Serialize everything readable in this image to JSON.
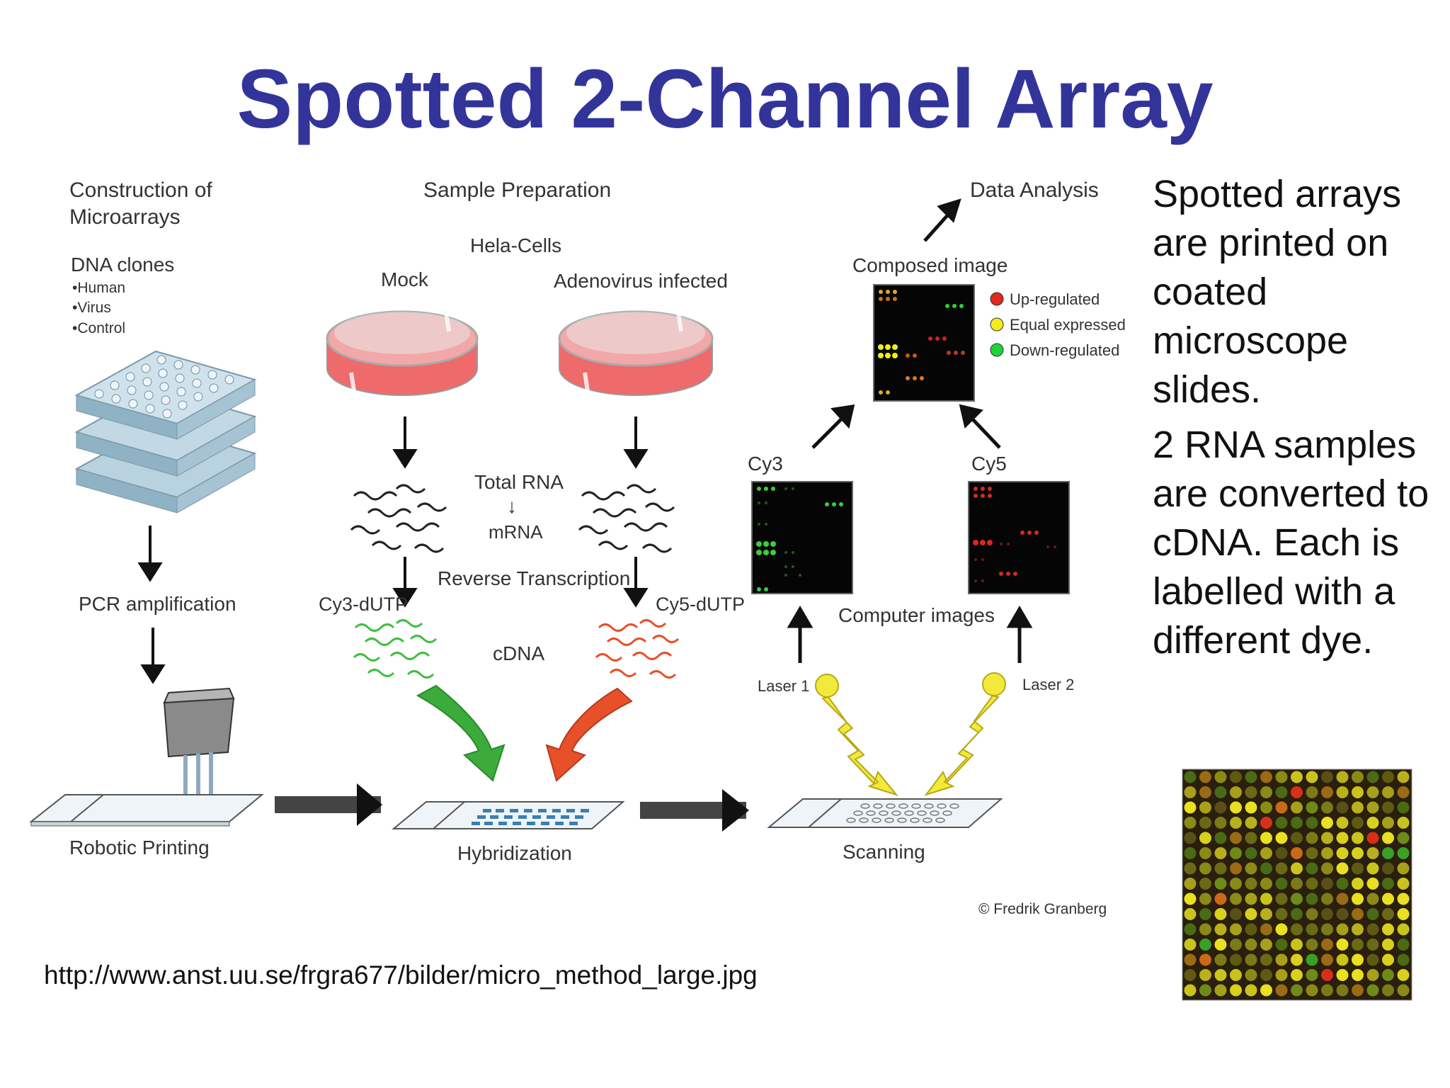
{
  "title": "Spotted 2-Channel Array",
  "stages": {
    "construction": [
      "Construction of",
      "Microarrays"
    ],
    "sample_prep": "Sample Preparation",
    "data_analysis": "Data Analysis"
  },
  "construction": {
    "dna_clones": "DNA clones",
    "clone_items": [
      "•Human",
      "•Virus",
      "•Control"
    ],
    "pcr": "PCR amplification",
    "robotic_printing": "Robotic Printing"
  },
  "sample": {
    "cells": "Hela-Cells",
    "mock": "Mock",
    "infected": "Adenovirus infected",
    "total_rna": "Total RNA",
    "down_arrow": "↓",
    "mrna": "mRNA",
    "reverse_transcription": "Reverse Transcription",
    "cy3_dutp": "Cy3-dUTP",
    "cy5_dutp": "Cy5-dUTP",
    "cdna": "cDNA",
    "hybridization": "Hybridization"
  },
  "analysis": {
    "composed_image": "Composed image",
    "legend": [
      {
        "label": "Up-regulated",
        "color": "#e0281c"
      },
      {
        "label": "Equal expressed",
        "color": "#f2ec1e"
      },
      {
        "label": "Down-regulated",
        "color": "#1fd23a"
      }
    ],
    "cy3": "Cy3",
    "cy5": "Cy5",
    "computer_images": "Computer images",
    "laser1": "Laser 1",
    "laser2": "Laser 2",
    "scanning": "Scanning",
    "credit": "© Fredrik Granberg"
  },
  "side_text": {
    "para1": "Spotted arrays are printed on coated microscope slides.",
    "para2": "2 RNA samples are converted to cDNA.  Each is labelled with a different dye."
  },
  "url": "http://www.anst.uu.se/frgra677/bilder/micro_method_large.jpg",
  "colors": {
    "title": "#33349a",
    "dish": "#ef6a6a",
    "cy3_green": "#3fbf3f",
    "cy5_red": "#e8502a",
    "laser": "#f2ea3a"
  }
}
